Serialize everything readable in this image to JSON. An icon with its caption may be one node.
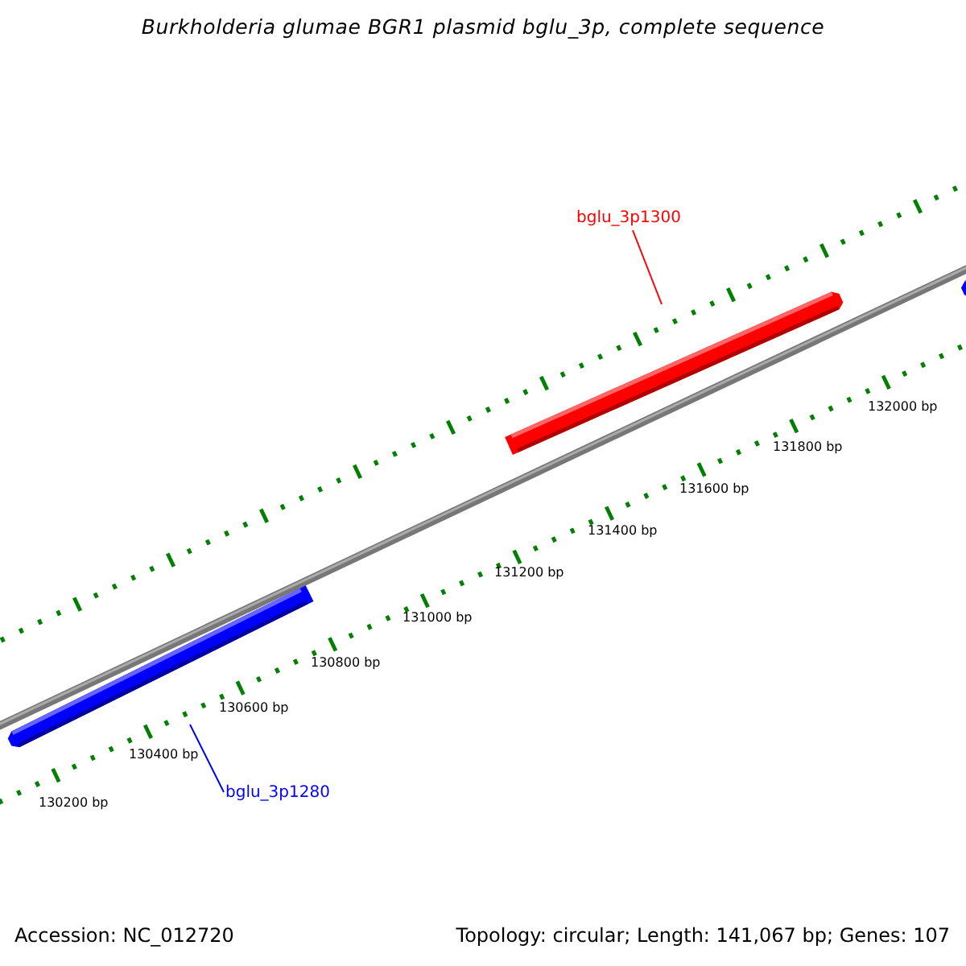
{
  "diagram": {
    "title": "Burkholderia glumae BGR1 plasmid bglu_3p, complete sequence",
    "nodes": [
      {
        "text": [
          "bglu_3p1300"
        ]
      },
      {
        "text": [],
        "shape": "bar"
      },
      {
        "text": [],
        "shape": "bar"
      },
      {
        "text": [
          "bglu_3p1280"
        ]
      },
      {
        "text": [],
        "shape": "bar"
      }
    ],
    "edges": [
      {
        "from": 0,
        "to": 1,
        "arrow": "none",
        "color": "#ff0000"
      },
      {
        "from": 3,
        "to": 2,
        "arrow": "none",
        "color": "#0000ff"
      }
    ],
    "labels": [
      "132000 bp",
      "131800 bp",
      "131600 bp",
      "131400 bp",
      "131200 bp",
      "131000 bp",
      "130800 bp",
      "130600 bp",
      "130400 bp",
      "130200 bp",
      "Accession: NC_012720",
      "Topology: circular; Length: 141,067 bp; Genes: 107"
    ]
  }
}
